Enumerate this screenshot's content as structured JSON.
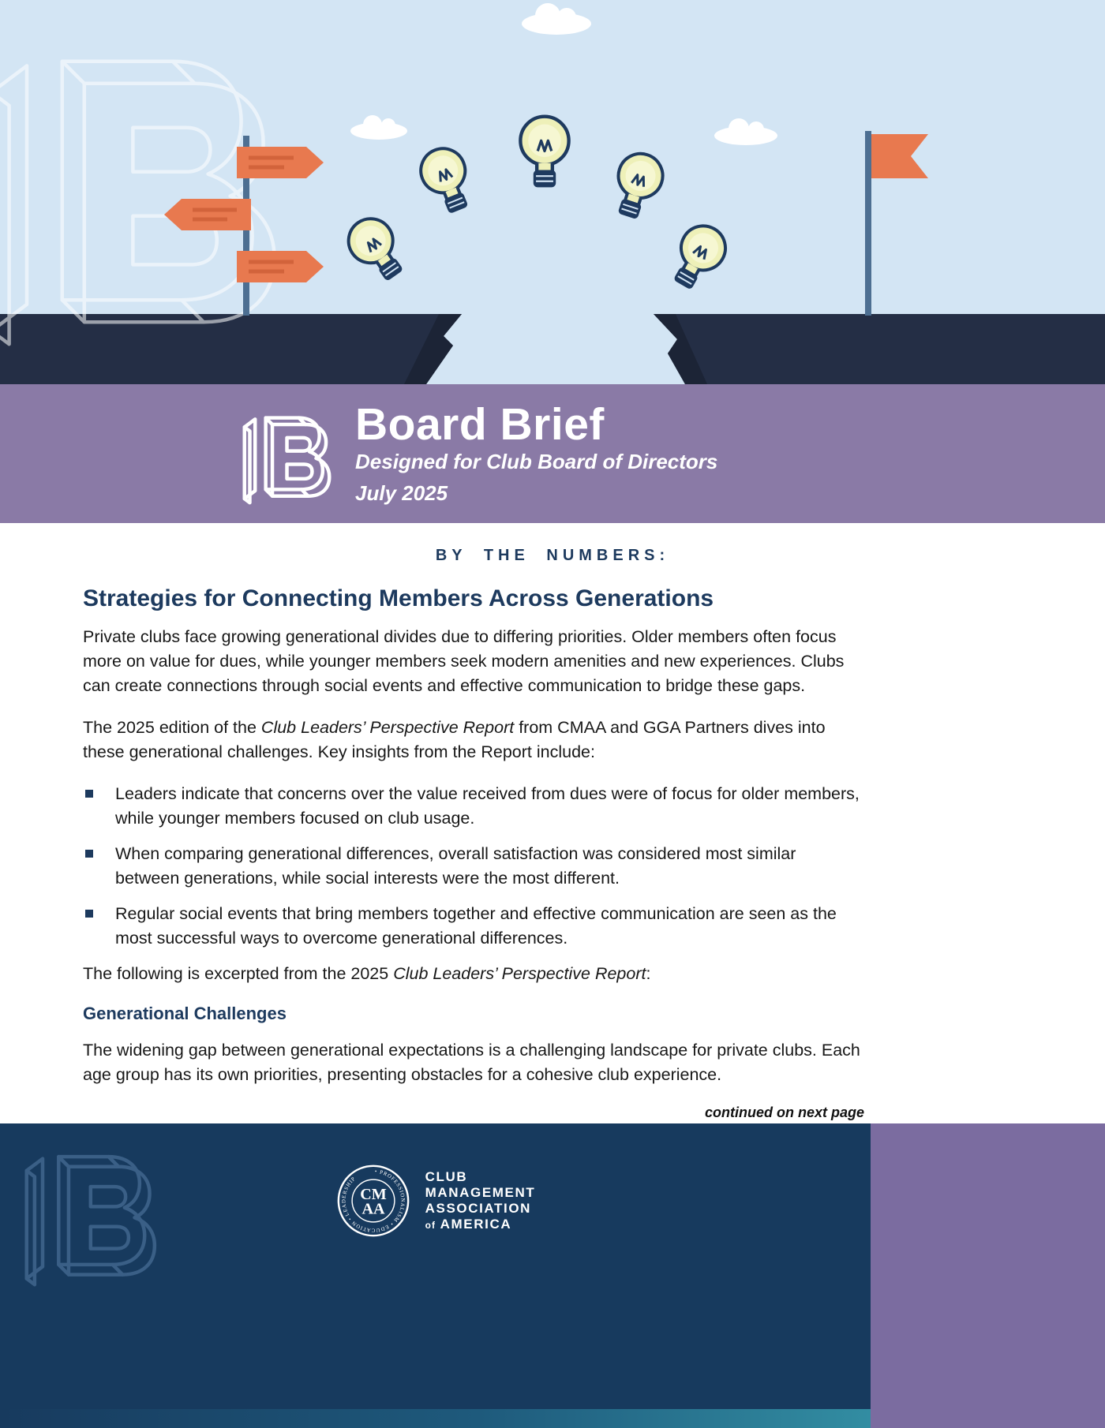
{
  "banner": {
    "title": "Board Brief",
    "subtitle": "Designed for Club Board of Directors",
    "date": "July 2025"
  },
  "article": {
    "kicker": "BY THE NUMBERS:",
    "headline": "Strategies for Connecting Members Across Generations",
    "intro": "Private clubs face growing generational divides due to differing priorities. Older members often focus more on value for dues, while younger members seek modern amenities and new experiences. Clubs can create connections through social events and effective communication to bridge these gaps.",
    "report_para": {
      "pre": "The 2025 edition of the ",
      "italic": "Club Leaders’ Perspective Report",
      "post": " from CMAA and GGA Partners dives into these generational challenges. Key insights from the Report include:"
    },
    "bullets": [
      "Leaders indicate that concerns over the value received from dues were of focus for older members, while younger members focused on club usage.",
      "When comparing generational differences, overall satisfaction was considered most similar between generations, while social interests were the most different.",
      "Regular social events that bring members together and effective communication are seen as the most successful ways to overcome generational differences."
    ],
    "excerpt_line": {
      "pre": "The following is excerpted from the 2025 ",
      "italic": "Club Leaders’ Perspective Report",
      "post": ":"
    },
    "section_heading": "Generational Challenges",
    "section_para": "The widening gap between generational expectations is a challenging landscape for private clubs. Each age group has its own priorities, presenting obstacles for a cohesive club experience.",
    "continued": "continued on next page"
  },
  "footer": {
    "seal_line1": "CM",
    "seal_line2": "AA",
    "seal_ring": "• PROFESSIONALISM • EDUCATION • LEADERSHIP",
    "org": {
      "line1": "CLUB",
      "line2": "MANAGEMENT",
      "line3": "ASSOCIATION",
      "line4_small": "of",
      "line4": "AMERICA"
    }
  },
  "colors": {
    "navy": "#1d3a5e",
    "banner_purple": "#8a7aa6",
    "footer_purple": "#7b6ca0",
    "orange": "#e8794f",
    "sky_blue": "#d3e5f4",
    "cliff_navy": "#242e45",
    "teal": "#328da2",
    "bulb_yellow": "#f2f3c4"
  }
}
